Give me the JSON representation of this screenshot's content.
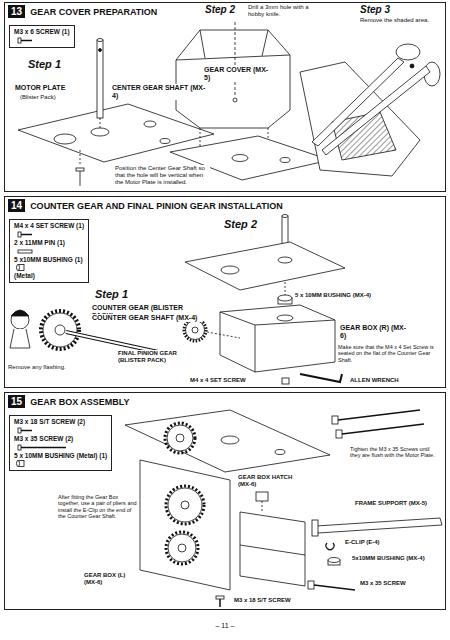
{
  "diagram": {
    "nodes": [
      {
        "text": [
          "13",
          "GEAR COVER PREPARATION"
        ]
      },
      {
        "text": [
          "M3 x 6 SCREW (1)"
        ],
        "in": 0
      },
      {
        "text": [
          "14",
          "COUNTER GEAR AND FINAL PINION GEAR INSTALLATION"
        ]
      },
      {
        "text": [
          "M4 x 4 SET SCREW (1)",
          "2 x 11MM PIN (1)",
          "5 x10MM BUSHING (1)",
          "(Metal)"
        ],
        "in": 2
      },
      {
        "text": [
          "15",
          "GEAR BOX ASSEMBLY"
        ]
      },
      {
        "text": [
          "M3 x 18 S/T SCREW (2)",
          "M3 x 35 SCREW (2)",
          "5 x 10MM BUSHING (Metal) (1)"
        ],
        "in": 4
      }
    ],
    "labels": [
      "Step 2",
      "Drill a 3mm hole with a hobby knife.",
      "Step 3",
      "Remove the shaded area.",
      "Step 1",
      "MOTOR PLATE",
      "(Blister Pack)",
      "CENTER GEAR SHAFT (MX-4)",
      "GEAR COVER (MX-5)",
      "Position the Center Gear Shaft so that the hole will be vertical when the Motor Plate is installed.",
      "Step 2",
      "Step 1",
      "COUNTER GEAR (BLISTER PACK)",
      "COUNTER GEAR SHAFT (MX-4)",
      "Remove any flashing.",
      "5 x 10MM BUSHING (MX-4)",
      "GEAR BOX (R) (MX-6)",
      "FINAL PINION GEAR (BLISTER PACK)",
      "Make sure that the M4 x 4 Set Screw is seated on the flat of the Counter Gear Shaft.",
      "M4 x 4 SET SCREW",
      "ALLEN WRENCH",
      "GEAR BOX HATCH (MX-6)",
      "Tighten the M3 x 35 Screws until they are flush with the Motor Plate.",
      "FRAME SUPPORT (MX-5)",
      "After fitting the Gear Box together, use a pair of pliers and install the E-Clip on the end of the Counter Gear Shaft.",
      "E-CLIP (E-4)",
      "5x10MM BUSHING (MX-4)",
      "GEAR BOX (L) (MX-6)",
      "M3 x 35 SCREW",
      "M3 x 18 S/T SCREW",
      "– 11 –"
    ]
  }
}
